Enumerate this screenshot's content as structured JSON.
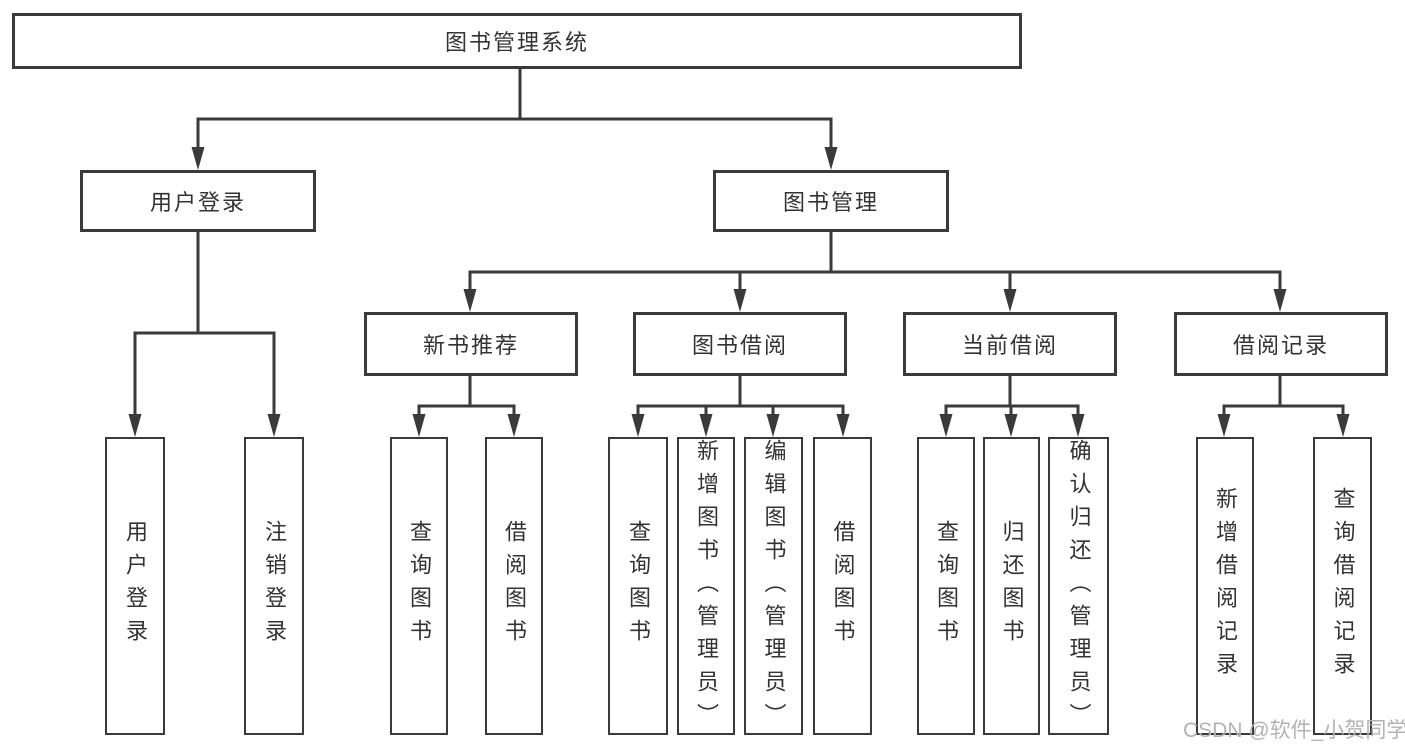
{
  "diagram": {
    "type": "tree",
    "title": "图书管理系统",
    "colors": {
      "line": "#3a3a3a",
      "box_border": "#3a3a3a",
      "box_background": "#ffffff",
      "text": "#333333",
      "watermark_text": "#b3b3b3",
      "page_background": "#ffffff"
    },
    "nodes": {
      "root": {
        "label": "图书管理系统"
      },
      "user_login": {
        "label": "用户登录"
      },
      "book_mgmt": {
        "label": "图书管理"
      },
      "new_book_rec": {
        "label": "新书推荐"
      },
      "book_borrow": {
        "label": "图书借阅"
      },
      "current_borrow": {
        "label": "当前借阅"
      },
      "borrow_records": {
        "label": "借阅记录"
      },
      "leaf_login": {
        "label": "用户登录"
      },
      "leaf_logout": {
        "label": "注销登录"
      },
      "leaf_rec_query_books": {
        "label": "查询图书"
      },
      "leaf_rec_borrow_books": {
        "label": "借阅图书"
      },
      "leaf_bb_query_books": {
        "label": "查询图书"
      },
      "leaf_bb_add_books": {
        "label": "新增图书（管理员）"
      },
      "leaf_bb_edit_books": {
        "label": "编辑图书（管理员）"
      },
      "leaf_bb_borrow_books": {
        "label": "借阅图书"
      },
      "leaf_cb_query_books": {
        "label": "查询图书"
      },
      "leaf_cb_return_books": {
        "label": "归还图书"
      },
      "leaf_cb_confirm_return": {
        "label": "确认归还（管理员）"
      },
      "leaf_br_add_record": {
        "label": "新增借阅记录"
      },
      "leaf_br_query_record": {
        "label": "查询借阅记录"
      }
    },
    "hierarchy": {
      "图书管理系统": [
        "用户登录",
        "图书管理"
      ],
      "用户登录": [
        "用户登录",
        "注销登录"
      ],
      "图书管理": [
        "新书推荐",
        "图书借阅",
        "当前借阅",
        "借阅记录"
      ],
      "新书推荐": [
        "查询图书",
        "借阅图书"
      ],
      "图书借阅": [
        "查询图书",
        "新增图书（管理员）",
        "编辑图书（管理员）",
        "借阅图书"
      ],
      "当前借阅": [
        "查询图书",
        "归还图书",
        "确认归还（管理员）"
      ],
      "借阅记录": [
        "新增借阅记录",
        "查询借阅记录"
      ]
    }
  },
  "watermark": {
    "text": "CSDN @软件_小贺同学"
  }
}
